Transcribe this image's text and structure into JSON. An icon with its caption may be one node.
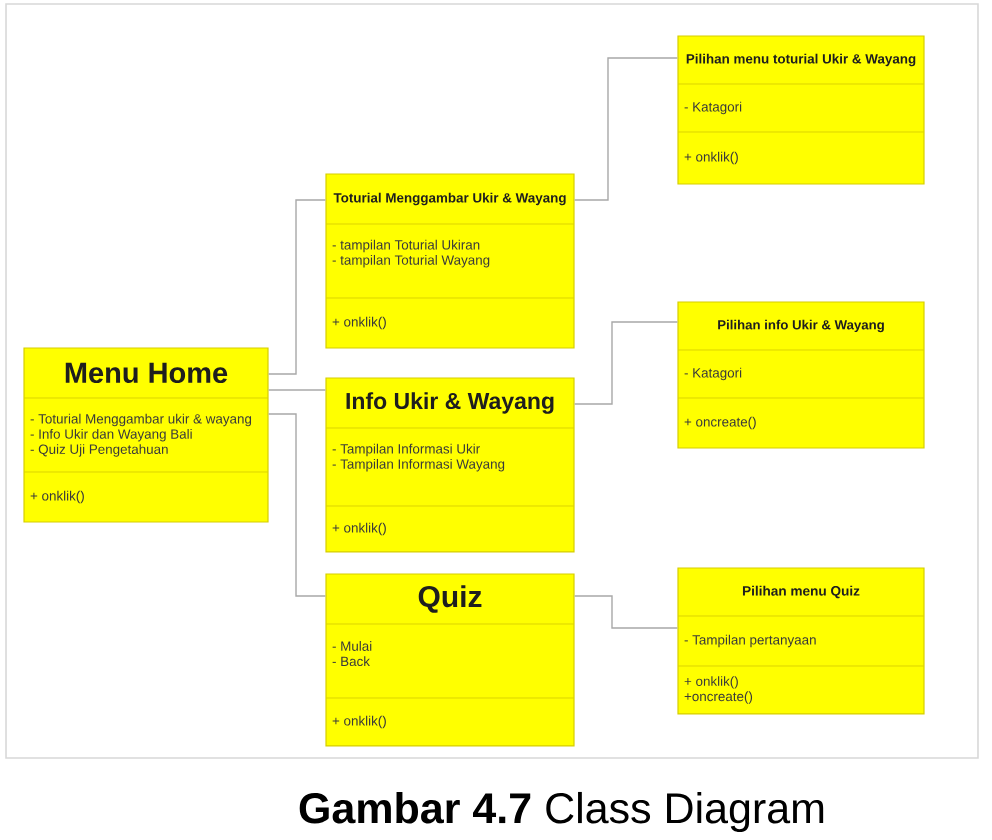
{
  "diagram": {
    "caption": "**Gambar 4.7** Class Diagram",
    "nodes": [
      {
        "text": [
          "Menu Home",
          "- Toturial Menggambar ukir & wayang",
          "- Info Ukir dan Wayang Bali",
          "- Quiz Uji Pengetahuan",
          "+ onklik()"
        ]
      },
      {
        "text": [
          "Toturial Menggambar Ukir & Wayang",
          "- tampilan Toturial Ukiran",
          "- tampilan Toturial Wayang",
          "+ onklik()"
        ]
      },
      {
        "text": [
          "Info Ukir & Wayang",
          "- Tampilan Informasi Ukir",
          "- Tampilan Informasi Wayang",
          "+ onklik()"
        ]
      },
      {
        "text": [
          "Quiz",
          "- Mulai",
          "- Back",
          "+ onklik()"
        ]
      },
      {
        "text": [
          "Pilihan menu toturial Ukir & Wayang",
          "- Katagori",
          "+ onklik()"
        ]
      },
      {
        "text": [
          "Pilihan info Ukir & Wayang",
          "- Katagori",
          "+ oncreate()"
        ]
      },
      {
        "text": [
          "Pilihan menu Quiz",
          "- Tampilan pertanyaan",
          "+ onklik()",
          "+oncreate()"
        ]
      }
    ],
    "edges": [
      {
        "from": 0,
        "to": 1,
        "arrow": "none"
      },
      {
        "from": 0,
        "to": 2,
        "arrow": "none"
      },
      {
        "from": 0,
        "to": 3,
        "arrow": "none"
      },
      {
        "from": 1,
        "to": 4,
        "arrow": "none"
      },
      {
        "from": 2,
        "to": 5,
        "arrow": "none"
      },
      {
        "from": 3,
        "to": 6,
        "arrow": "none"
      }
    ]
  }
}
